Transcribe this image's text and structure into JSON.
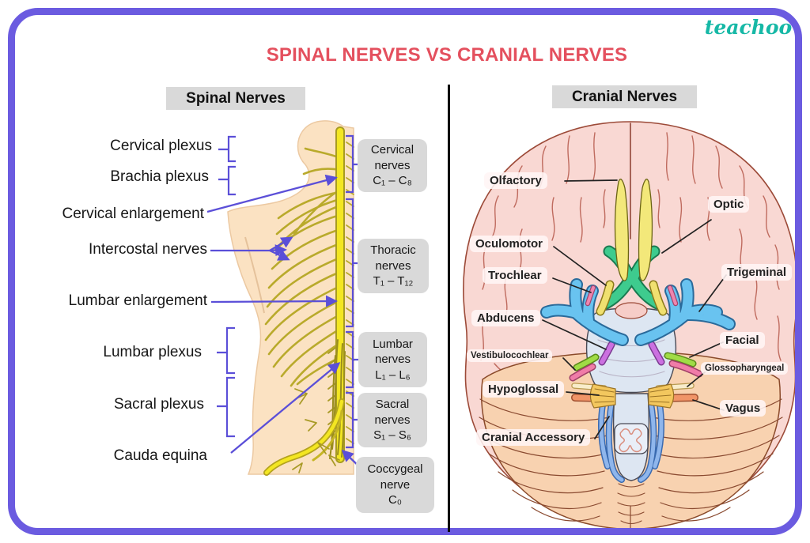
{
  "brand": {
    "logo_text": "teachoo",
    "color": "#16b8a6"
  },
  "title": {
    "text": "SPINAL NERVES VS CRANIAL NERVES",
    "color": "#e4505e"
  },
  "spinal": {
    "header": "Spinal Nerves",
    "labels": [
      "Cervical plexus",
      "Brachia plexus",
      "Cervical enlargement",
      "Intercostal nerves",
      "Lumbar enlargement",
      "Lumbar plexus",
      "Sacral plexus",
      "Cauda equina"
    ],
    "nerve_boxes": [
      {
        "name": "Cervical",
        "type": "nerves",
        "range": "C₁ – C₈"
      },
      {
        "name": "Thoracic",
        "type": "nerves",
        "range": "T₁ – T₁₂"
      },
      {
        "name": "Lumbar",
        "type": "nerves",
        "range": "L₁ – L₆"
      },
      {
        "name": "Sacral",
        "type": "nerves",
        "range": "S₁ – S₆"
      },
      {
        "name": "Coccygeal",
        "type": "nerve",
        "range": "C₀"
      }
    ]
  },
  "cranial": {
    "header": "Cranial Nerves",
    "labels": [
      "Olfactory",
      "Optic",
      "Oculomotor",
      "Trochlear",
      "Trigeminal",
      "Abducens",
      "Facial",
      "Vestibulocochlear",
      "Glossopharyngeal",
      "Hypoglossal",
      "Vagus",
      "Cranial Accessory"
    ]
  },
  "colors": {
    "frame_border": "#6b5be0",
    "header_bg": "#d9d9d9",
    "annotation_purple": "#5b4fd8",
    "spine_yellow": "#f3e622",
    "nerve_olive": "#b9aa2b",
    "skin": "#fbe2c2",
    "brain_pink": "#f9d8d3",
    "cerebellum_peach": "#f8d2b0",
    "brainstem_gray": "#dde6f2",
    "olfactory_yellow": "#f3e87a",
    "optic_green": "#3ecb8e",
    "oculomotor_yellow": "#f0e070",
    "trochlear_pink": "#ef86ae",
    "trigeminal_blue": "#69c3f0",
    "abducens_purple": "#cb70e0",
    "facial_green": "#a0dc46",
    "vestibulocochlear_pink": "#f07ca8",
    "glossopharyngeal_cream": "#f8ecca",
    "vagus_orange": "#f09468",
    "accessory_blue": "#8fb6ec",
    "hypoglossal_gold": "#f3c75e"
  }
}
